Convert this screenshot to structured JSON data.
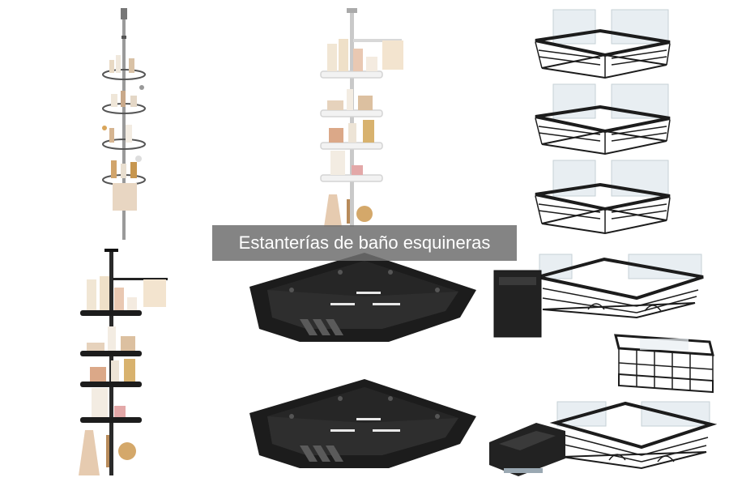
{
  "title": "Estanterías de baño esquineras",
  "colors": {
    "banner_bg": "#6e6e6e",
    "banner_text": "#ffffff",
    "shelf_black": "#1c1c1c",
    "pole_silver": "#a9a9a9",
    "tray_white": "#f2f2f2",
    "adhesive_clear": "#e8eef2"
  },
  "products": [
    {
      "name": "tension-pole-caddy-chrome"
    },
    {
      "name": "tension-pole-caddy-white"
    },
    {
      "name": "adhesive-corner-shelf-top"
    },
    {
      "name": "adhesive-corner-shelf-middle"
    },
    {
      "name": "adhesive-corner-shelf-bottom"
    },
    {
      "name": "tension-pole-caddy-black"
    },
    {
      "name": "black-plastic-corner-tray-top"
    },
    {
      "name": "black-plastic-corner-tray-bottom"
    },
    {
      "name": "corner-shelf-with-cup-holder"
    },
    {
      "name": "small-wire-basket"
    },
    {
      "name": "corner-shelf-with-soap-dish"
    }
  ]
}
